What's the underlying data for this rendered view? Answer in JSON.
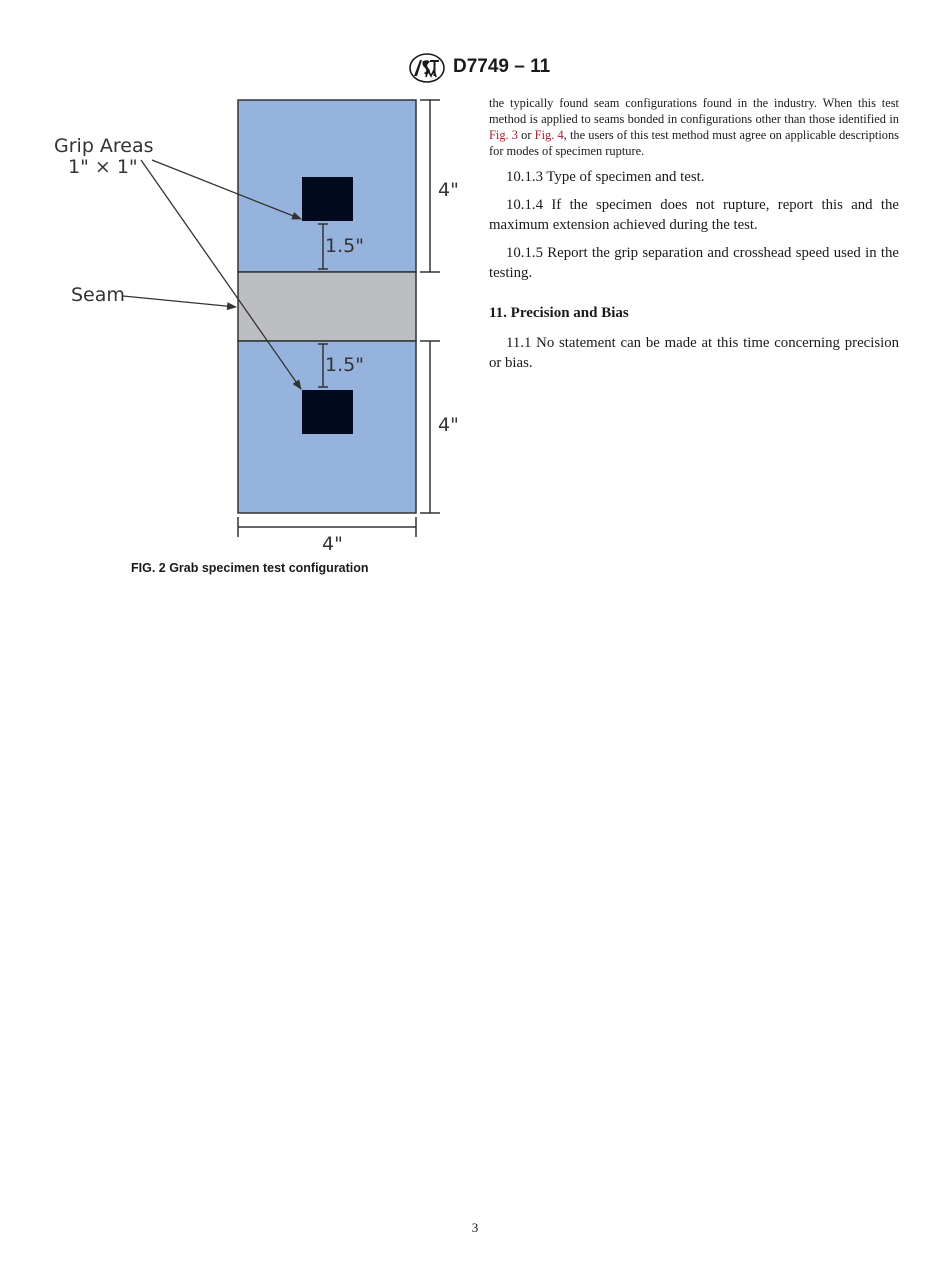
{
  "header": {
    "logo_icon": "astm-logo-icon",
    "doc_id": "D7749 – 11"
  },
  "figure": {
    "grip_label_line1": "Grip Areas",
    "grip_label_line2": "1\" × 1\"",
    "seam_label": "Seam",
    "dim_top": "4\"",
    "dim_bottom": "4\"",
    "dim_width": "4\"",
    "dim_gap_top": "1.5\"",
    "dim_gap_bottom": "1.5\"",
    "colors": {
      "fabric": "#95b3dd",
      "seam": "#bdbec1",
      "grip": "#030a1e",
      "line": "#333333"
    },
    "caption": "FIG. 2 Grab specimen test configuration"
  },
  "body": {
    "p1_a": "the typically found seam configurations found in the industry. When this test method is applied to seams bonded in configurations other than those identified in ",
    "p1_link1": "Fig. 3",
    "p1_b": " or ",
    "p1_link2": "Fig. 4",
    "p1_c": ", the users of this test method must agree on applicable descriptions for modes of specimen rupture.",
    "p2": "10.1.3  Type of specimen and test.",
    "p3": "10.1.4  If the specimen does not rupture, report this and the maximum extension achieved during the test.",
    "p4": "10.1.5  Report the grip separation and crosshead speed used in the testing.",
    "section_title": "11.  Precision and Bias",
    "p5": "11.1  No statement can be made at this time concerning precision or bias."
  },
  "footer": {
    "page_number": "3"
  }
}
